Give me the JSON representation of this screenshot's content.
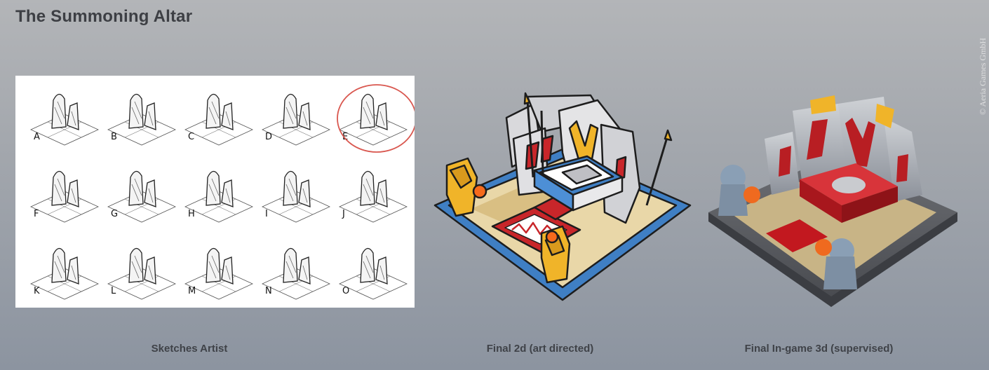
{
  "page": {
    "title": "The Summoning Altar",
    "copyright": "© Aeria Games GmbH"
  },
  "sketches": {
    "letters": [
      "A",
      "B",
      "C",
      "D",
      "E",
      "F",
      "G",
      "H",
      "I",
      "J",
      "K",
      "L",
      "M",
      "N",
      "O"
    ],
    "highlighted_letter": "E",
    "caption": "Sketches Artist"
  },
  "final_2d": {
    "caption": "Final 2d (art directed)"
  },
  "final_3d": {
    "caption": "Final In-game 3d (supervised)"
  },
  "colors": {
    "heading": "#3d3f44",
    "caption": "#3f4248",
    "rune_red": "#c8262a",
    "tile_blue": "#3f7fc4",
    "stone_grey": "#b9bcc2",
    "gold": "#f0b429"
  }
}
